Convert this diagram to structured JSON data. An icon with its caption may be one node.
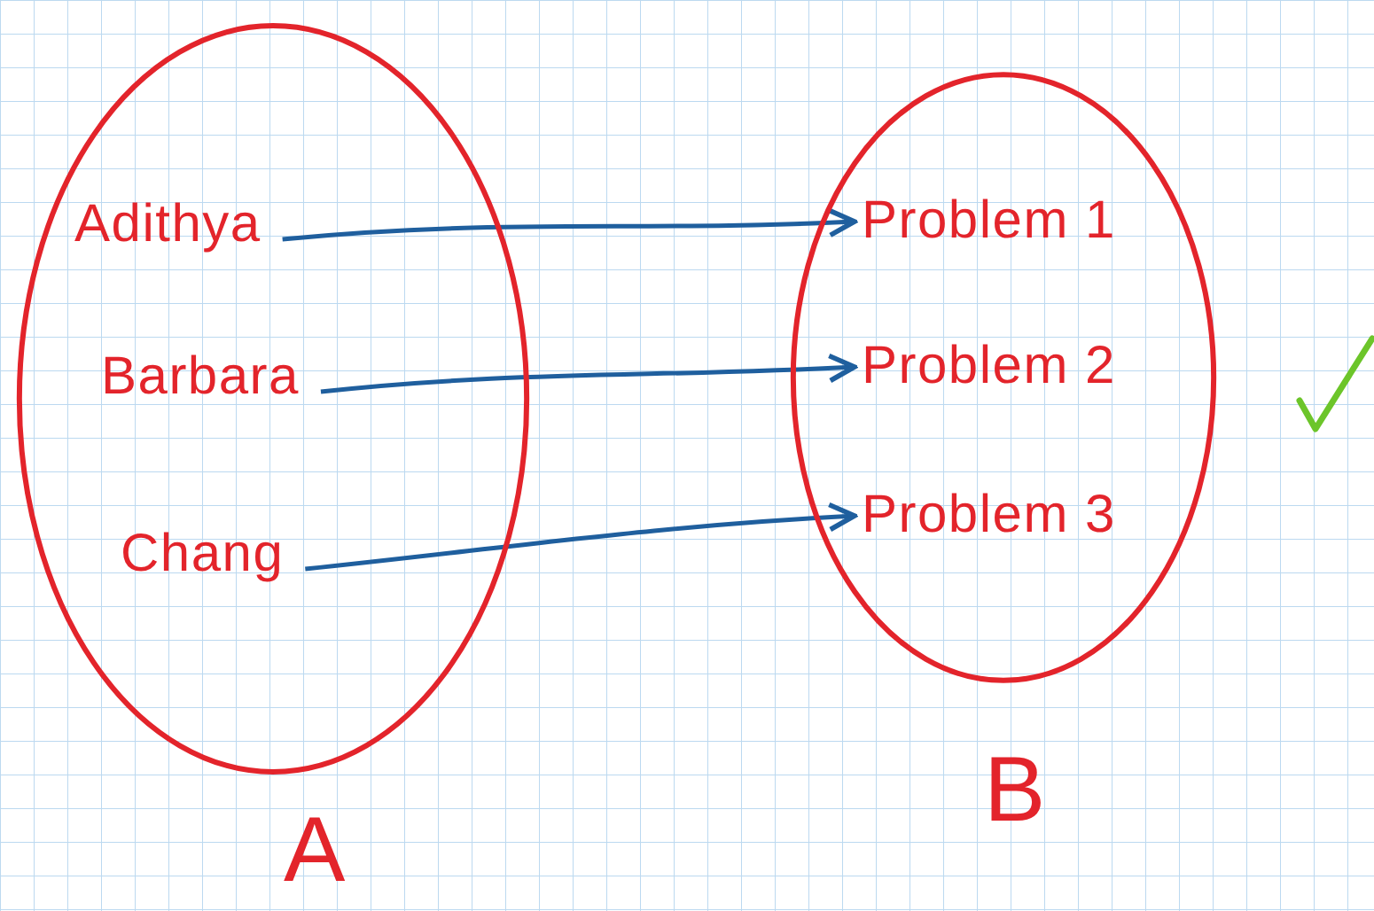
{
  "diagram": {
    "nodes": [
      {
        "text": [],
        "shape": "ellipse",
        "beside": [
          "A"
        ]
      },
      {
        "text": [
          "Adithya"
        ],
        "in": 0
      },
      {
        "text": [
          "Barbara"
        ],
        "in": 0
      },
      {
        "text": [
          "Chang"
        ],
        "in": 0
      },
      {
        "text": [],
        "shape": "ellipse",
        "beside": [
          "B"
        ]
      },
      {
        "text": [
          "Problem 1"
        ],
        "in": 4
      },
      {
        "text": [
          "Problem 2"
        ],
        "in": 4
      },
      {
        "text": [
          "Problem 3"
        ],
        "in": 4
      }
    ],
    "edges": [
      {
        "from": 1,
        "to": 5,
        "arrow": "to"
      },
      {
        "from": 2,
        "to": 6,
        "arrow": "to"
      },
      {
        "from": 3,
        "to": 7,
        "arrow": "to"
      }
    ]
  }
}
